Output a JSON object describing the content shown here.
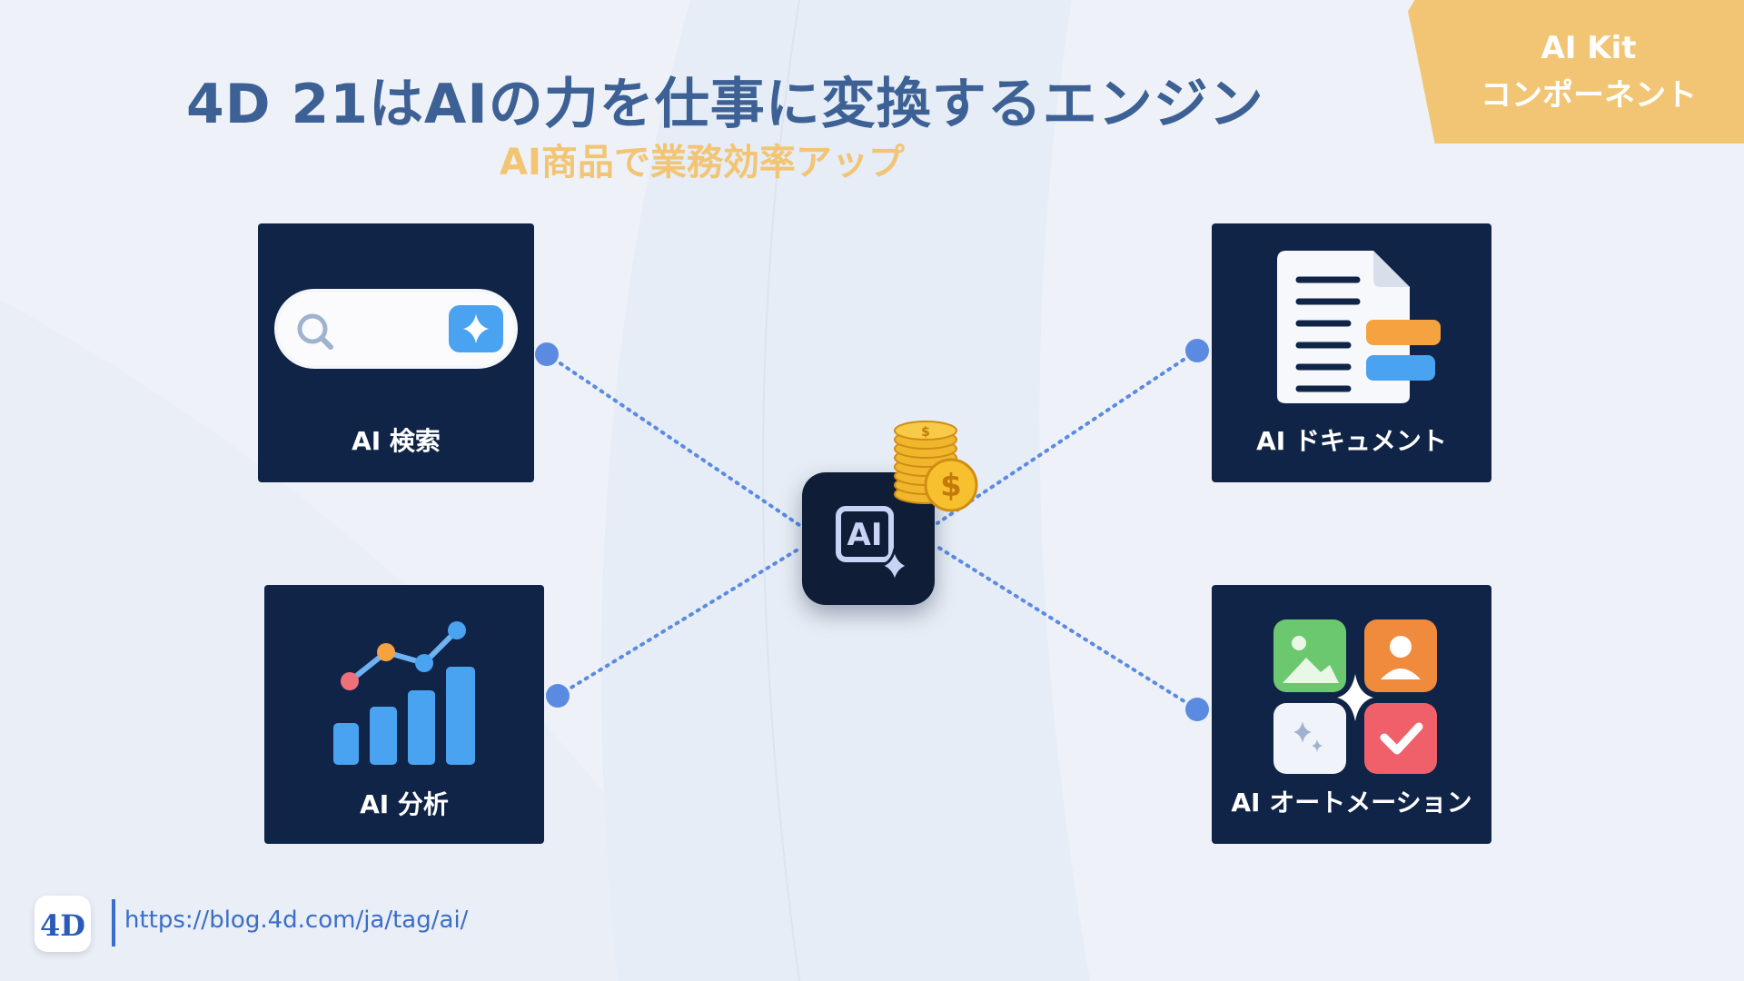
{
  "title": "4D 21はAIの力を仕事に変換するエンジン",
  "subtitle": "AI商品で業務効率アップ",
  "badge": {
    "line1": "AI Kit",
    "line2": "コンポーネント"
  },
  "cards": [
    {
      "label": "AI 検索"
    },
    {
      "label": "AI ドキュメント"
    },
    {
      "label": "AI 分析"
    },
    {
      "label": "AI オートメーション"
    }
  ],
  "center": {
    "text": "AI"
  },
  "footer": {
    "url": "https://blog.4d.com/ja/tag/ai/",
    "logo_text": "4D"
  },
  "colors": {
    "title": "#3d6194",
    "accent": "#f2c574",
    "card_bg": "#102447",
    "connector": "#5b8be0",
    "link": "#3a6ec7"
  }
}
